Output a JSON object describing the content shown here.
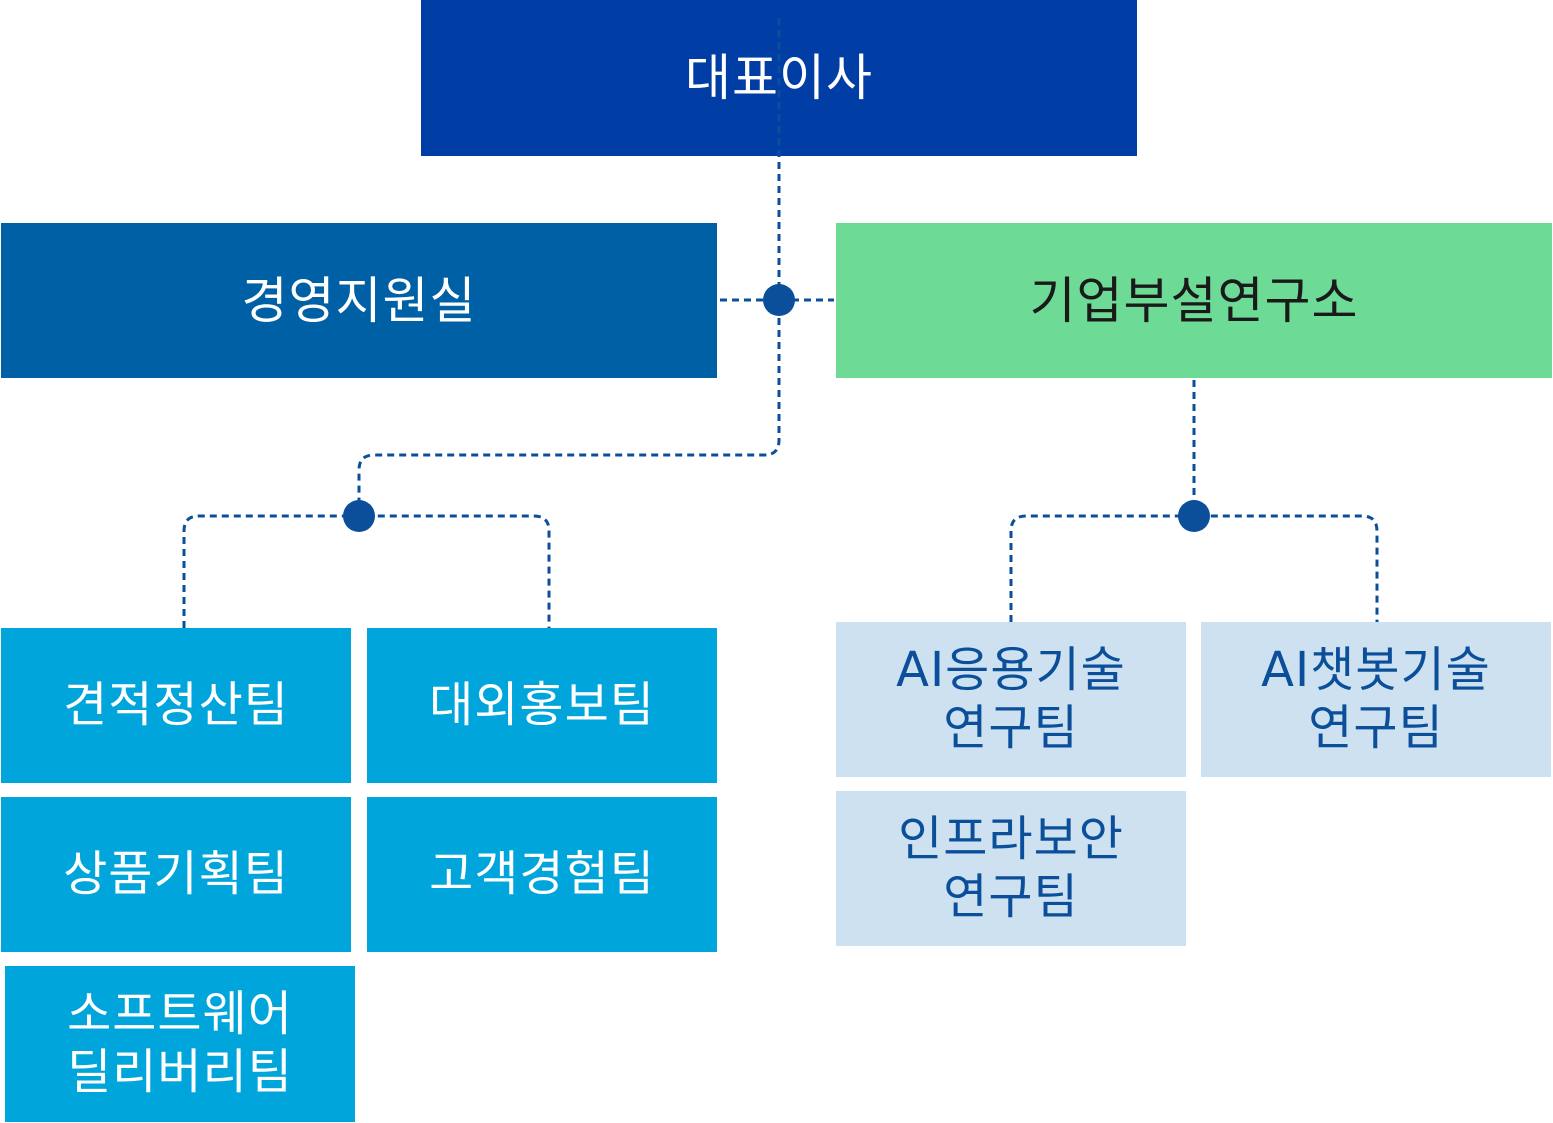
{
  "ceo": {
    "label": "대표이사"
  },
  "divisions": {
    "management": {
      "label": "경영지원실"
    },
    "rnd": {
      "label": "기업부설연구소"
    }
  },
  "management_teams": [
    {
      "label": "견적정산팀"
    },
    {
      "label": "대외홍보팀"
    },
    {
      "label": "상품기획팀"
    },
    {
      "label": "고객경험팀"
    },
    {
      "label": "소프트웨어\n딜리버리팀"
    }
  ],
  "rnd_teams": [
    {
      "label": "AI응용기술\n연구팀"
    },
    {
      "label": "AI챗봇기술\n연구팀"
    },
    {
      "label": "인프라보안\n연구팀"
    }
  ],
  "colors": {
    "ceo": "#003da5",
    "management": "#0060a6",
    "rnd": "#6ddb95",
    "management_team": "#00a5db",
    "rnd_team": "#cde1f0",
    "connector": "#0b4f9a"
  }
}
